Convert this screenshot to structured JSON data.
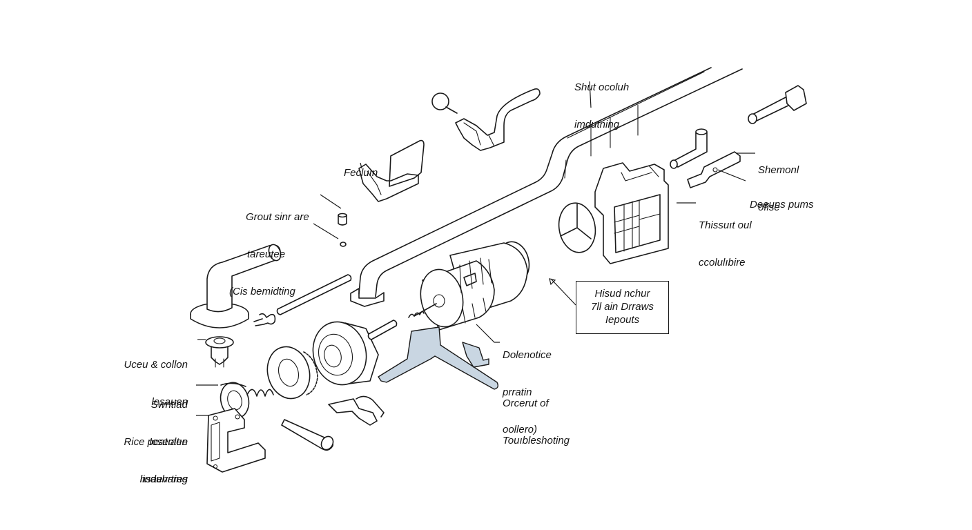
{
  "diagram": {
    "type": "exploded-view",
    "accent_fill": "#c9d6e2",
    "line_color": "#1a1a1a",
    "background": "#ffffff"
  },
  "labels": {
    "top_rail": [
      "Shut ocoluh",
      "imdutning"
    ],
    "bracket_plate": [
      "Fecluın"
    ],
    "small_parts": [
      "Grout sinr are",
      "tareutee",
      "(Cis bemidting"
    ],
    "right_tab": [
      "Shemonl",
      "ofise"
    ],
    "right_pins": [
      "Deeuns pums"
    ],
    "housing": [
      "Thissuıt oul",
      "ccolulıbire"
    ],
    "callout_box": [
      "Hisud nchur",
      "7ll ain Drraws",
      "Iepouts"
    ],
    "motor": [
      "Dolenotice",
      "prratin",
      "oollero)"
    ],
    "lever": [
      "Orcerut of",
      "Touıbleshoting"
    ],
    "valve": [
      "Uceu & collon",
      "lesauen"
    ],
    "spring_group": [
      "Swntiad",
      "Icseolen",
      "hsaevares"
    ],
    "frame": [
      "Rice peatıatıe",
      "iinduhrting"
    ]
  }
}
